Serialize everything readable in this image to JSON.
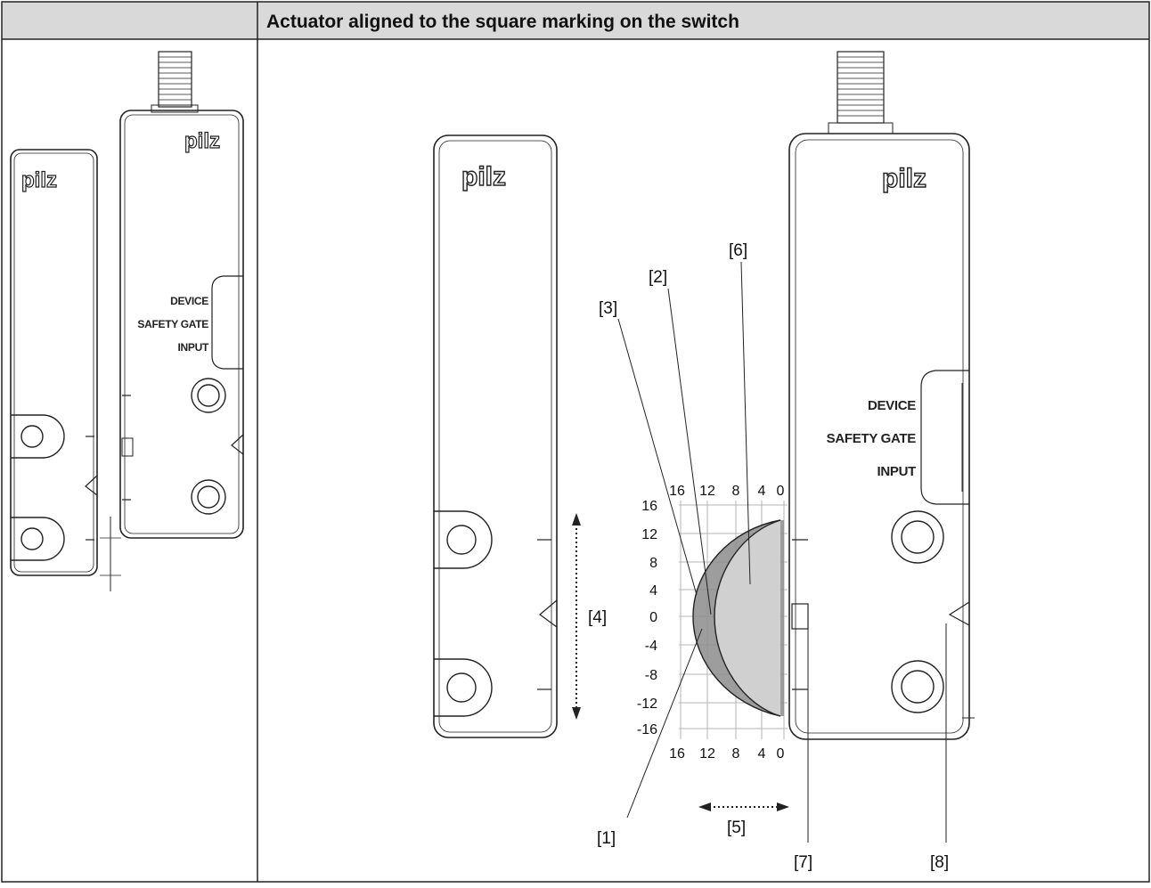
{
  "table": {
    "header_left": "",
    "header_right": "Actuator aligned to the square marking on the switch"
  },
  "left_panel": {
    "actuator_logo": "pilz",
    "switch_logo": "pilz",
    "switch_text": [
      "DEVICE",
      "SAFETY GATE",
      "INPUT"
    ]
  },
  "right_panel": {
    "actuator_logo": "pilz",
    "switch_logo": "pilz",
    "switch_text": [
      "DEVICE",
      "SAFETY GATE",
      "INPUT"
    ],
    "callouts": [
      "[1]",
      "[2]",
      "[3]",
      "[4]",
      "[5]",
      "[6]",
      "[7]",
      "[8]"
    ],
    "y_ticks": [
      "16",
      "12",
      "8",
      "4",
      "0",
      "-4",
      "-8",
      "-12",
      "-16"
    ],
    "x_ticks_top": [
      "16",
      "12",
      "8",
      "4",
      "0"
    ],
    "x_ticks_bottom": [
      "16",
      "12",
      "8",
      "4",
      "0"
    ]
  },
  "colors": {
    "header_bg": "#d9d9d9",
    "zone_light": "#d0d0d0",
    "zone_dark": "#8c8c8c",
    "grid": "#b5b5b5"
  }
}
